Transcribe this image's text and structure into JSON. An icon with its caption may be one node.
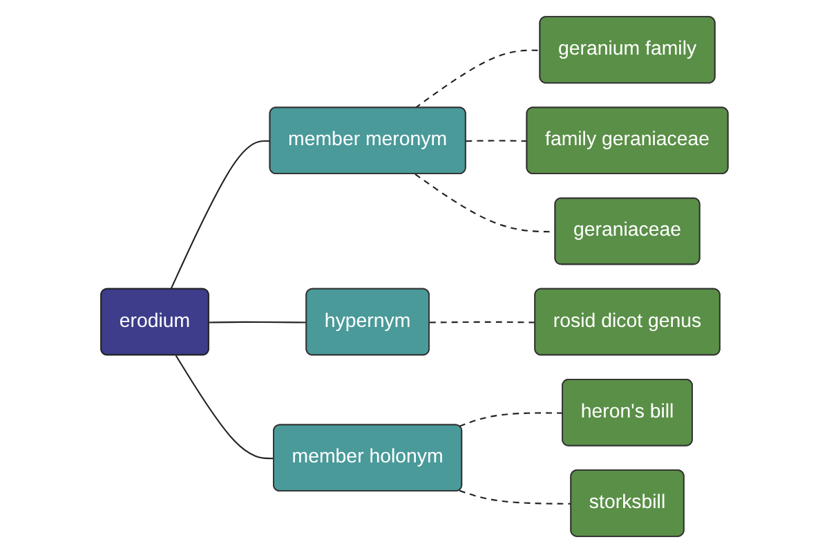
{
  "diagram": {
    "nodes": [
      {
        "text": [
          "geranium family"
        ]
      },
      {
        "text": [
          "family geraniaceae"
        ]
      },
      {
        "text": [
          "member meronym"
        ]
      },
      {
        "text": [
          "geraniaceae"
        ]
      },
      {
        "text": [
          "erodium"
        ]
      },
      {
        "text": [
          "rosid dicot genus"
        ]
      },
      {
        "text": [
          "hypernym"
        ]
      },
      {
        "text": [
          "member holonym"
        ]
      },
      {
        "text": [
          "heron's bill"
        ]
      },
      {
        "text": [
          "storksbill"
        ]
      }
    ],
    "edges": [
      {
        "from": 4,
        "to": 2,
        "arrow": "none"
      },
      {
        "from": 4,
        "to": 6,
        "arrow": "none"
      },
      {
        "from": 4,
        "to": 7,
        "arrow": "none"
      },
      {
        "from": 2,
        "to": 0,
        "arrow": "none",
        "style": "dashed"
      },
      {
        "from": 2,
        "to": 1,
        "arrow": "none",
        "style": "dashed"
      },
      {
        "from": 2,
        "to": 3,
        "arrow": "none",
        "style": "dashed"
      },
      {
        "from": 6,
        "to": 5,
        "arrow": "none",
        "style": "dashed"
      },
      {
        "from": 7,
        "to": 8,
        "arrow": "none",
        "style": "dashed"
      },
      {
        "from": 7,
        "to": 9,
        "arrow": "none",
        "style": "dashed"
      }
    ]
  }
}
